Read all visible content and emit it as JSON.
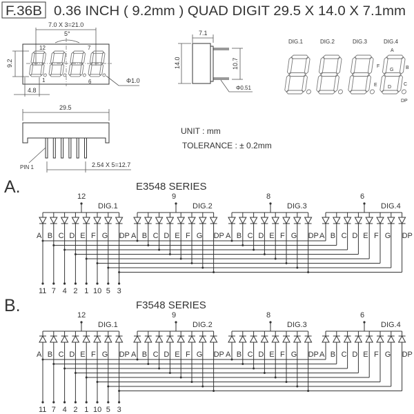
{
  "title": {
    "code": "F.36B",
    "description": "0.36  INCH  ( 9.2mm )  QUAD  DIGIT  29.5 X 14.0 X 7.1mm"
  },
  "front_view": {
    "width_dim": "7.0 X 3=21.0",
    "angle": "5°",
    "height_dim": "9.2",
    "pitch_dim": "4.8",
    "hole_dim": "Φ1.0",
    "pin_labels": [
      "12",
      "7",
      "1",
      "6"
    ]
  },
  "bottom_view": {
    "width_dim": "29.5",
    "pin_label": "PIN 1",
    "pitch_dim": "2.54 X 5=12.7"
  },
  "side_view": {
    "depth_dim": "7.1",
    "height_dim": "14.0",
    "pin_span_dim": "10.7",
    "pin_dia_dim": "Φ0.51"
  },
  "segment_diagram": {
    "digit_labels": [
      "DIG.1",
      "DIG.2",
      "DIG.3",
      "DIG.4"
    ],
    "segment_labels": {
      "A": "A",
      "B": "B",
      "C": "C",
      "D": "D",
      "E": "E",
      "F": "F",
      "G": "G",
      "DP": "DP"
    }
  },
  "notes": {
    "unit": "UNIT : mm",
    "tolerance": "TOLERANCE : ± 0.2mm"
  },
  "schematics": [
    {
      "label": "A.",
      "title": "E3548  SERIES",
      "diode_direction": "down",
      "digit_labels": [
        "DIG.1",
        "DIG.2",
        "DIG.3",
        "DIG.4"
      ],
      "common_pins": [
        "12",
        "9",
        "8",
        "6"
      ],
      "segment_labels": [
        "A",
        "B",
        "C",
        "D",
        "E",
        "F",
        "G",
        "DP"
      ],
      "segment_pins": [
        "11",
        "7",
        "4",
        "2",
        "1",
        "10",
        "5",
        "3"
      ]
    },
    {
      "label": "B.",
      "title": "F3548  SERIES",
      "diode_direction": "up",
      "digit_labels": [
        "DIG.1",
        "DIG.2",
        "DIG.3",
        "DIG.4"
      ],
      "common_pins": [
        "12",
        "9",
        "8",
        "6"
      ],
      "segment_labels": [
        "A",
        "B",
        "C",
        "D",
        "E",
        "F",
        "G",
        "DP"
      ],
      "segment_pins": [
        "11",
        "7",
        "4",
        "2",
        "1",
        "10",
        "5",
        "3"
      ]
    }
  ]
}
